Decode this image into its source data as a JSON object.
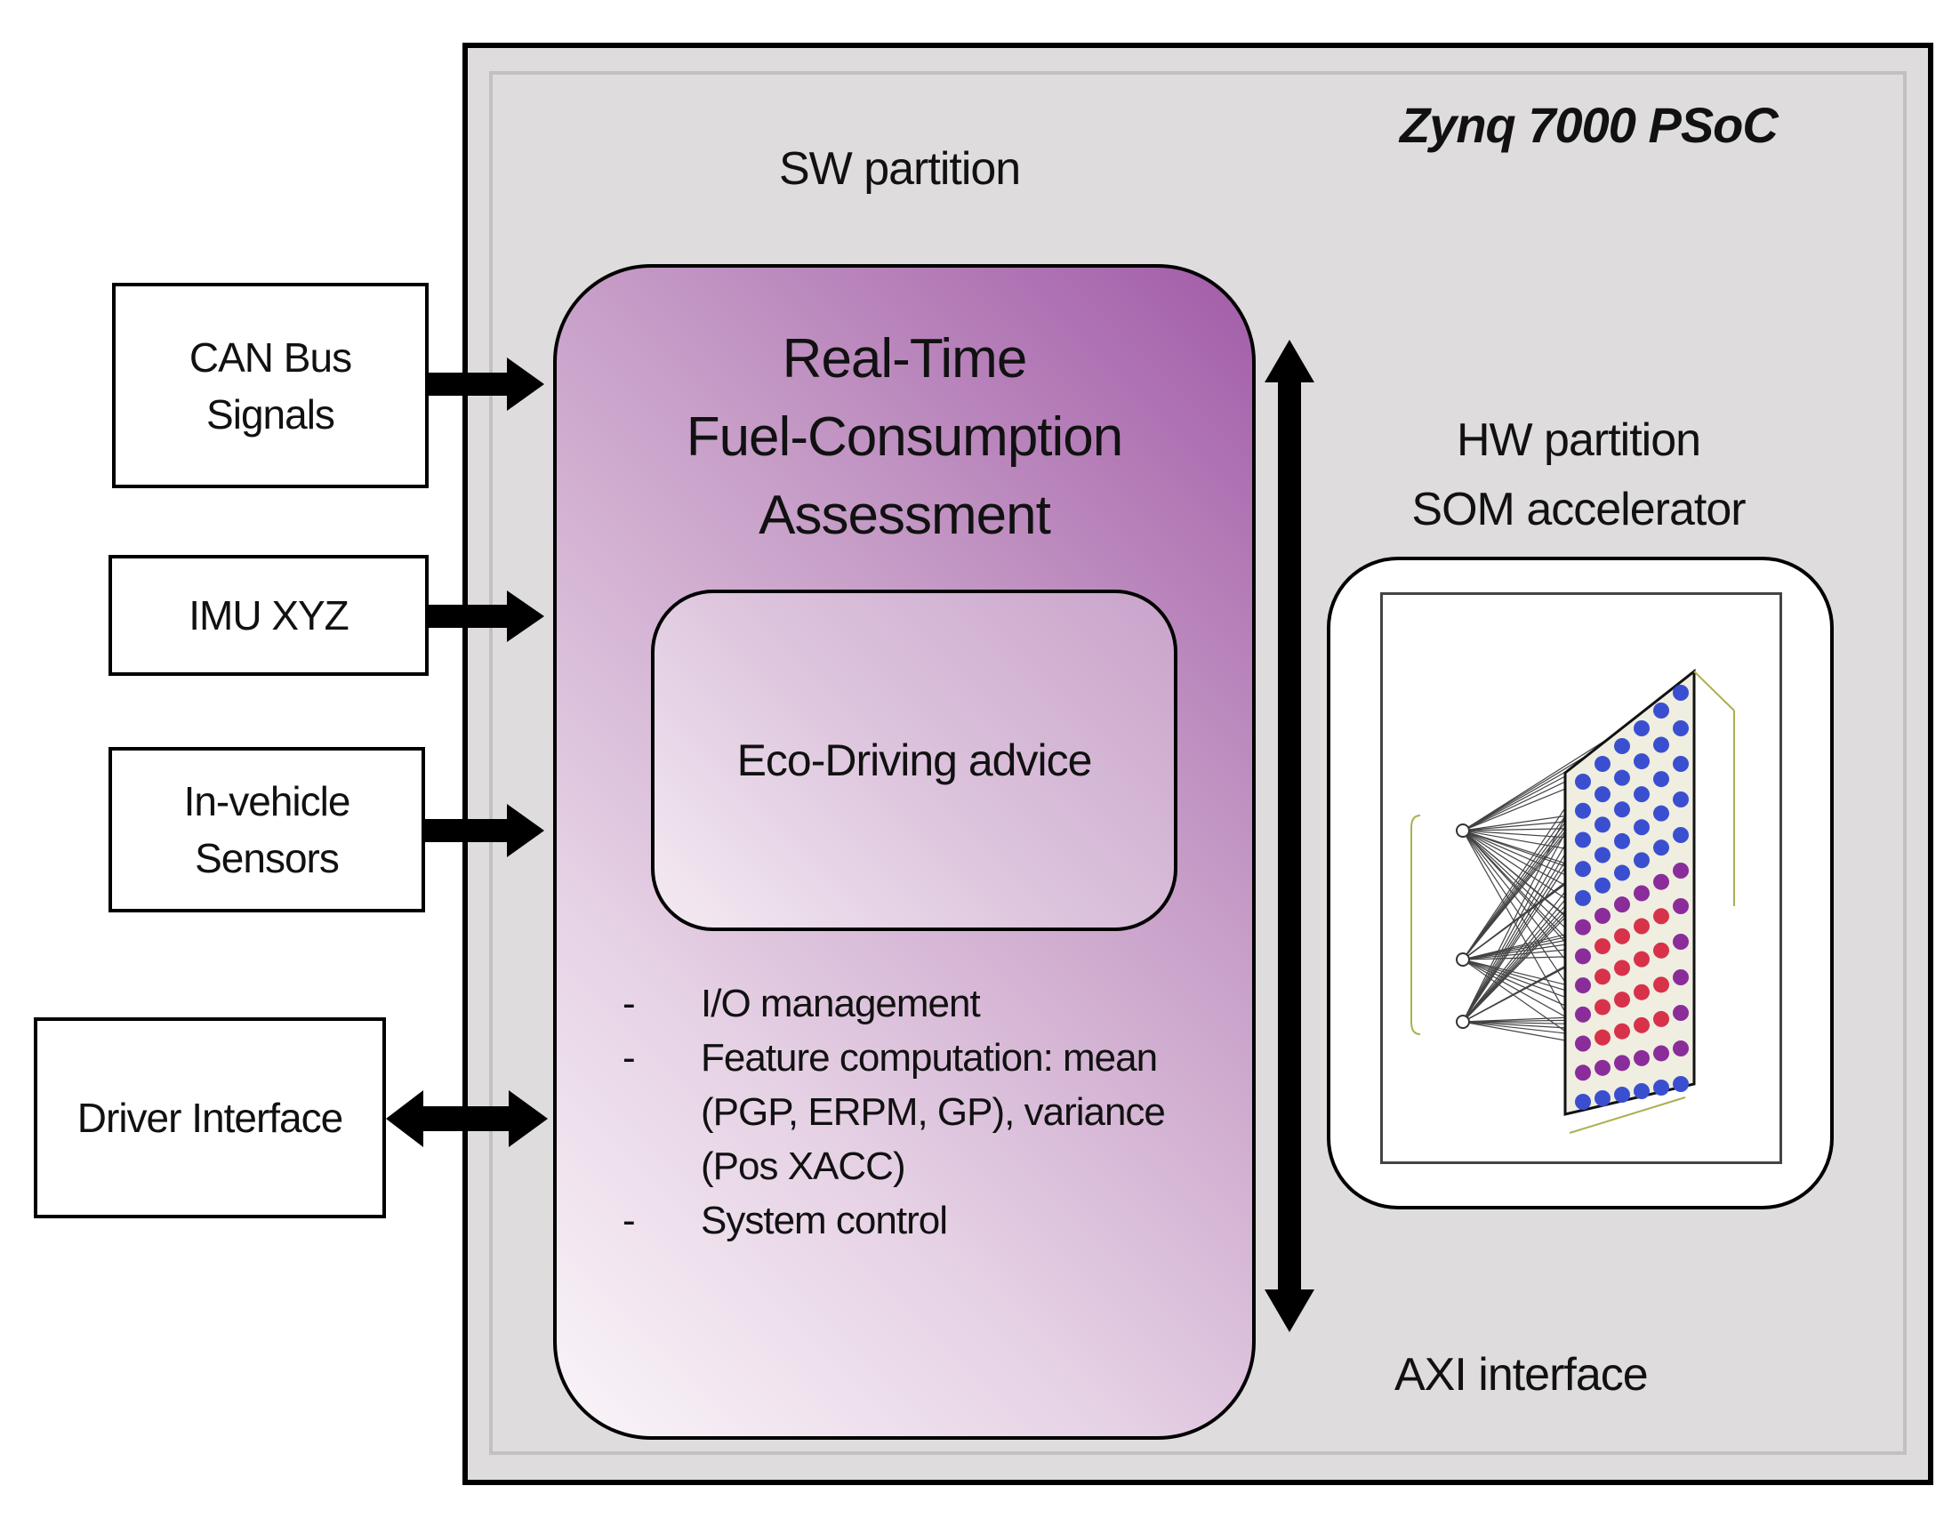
{
  "inputs": [
    {
      "label": "CAN Bus\nSignals"
    },
    {
      "label": "IMU XYZ"
    },
    {
      "label": "In-vehicle\nSensors"
    },
    {
      "label": "Driver Interface"
    }
  ],
  "zynq": {
    "title": "Zynq 7000 PSoC",
    "sw_partition_label": "SW partition",
    "hw_partition_label": "HW partition\nSOM accelerator",
    "axi_label": "AXI interface"
  },
  "sw_block": {
    "title": "Real-Time\nFuel-Consumption\nAssessment",
    "eco_label": "Eco-Driving advice",
    "tasks": [
      {
        "bullet": "-",
        "text": "I/O management"
      },
      {
        "bullet": "-",
        "text": "Feature computation: mean\n(PGP, ERPM, GP), variance\n(Pos XACC)"
      },
      {
        "bullet": "-",
        "text": "System control"
      }
    ]
  }
}
